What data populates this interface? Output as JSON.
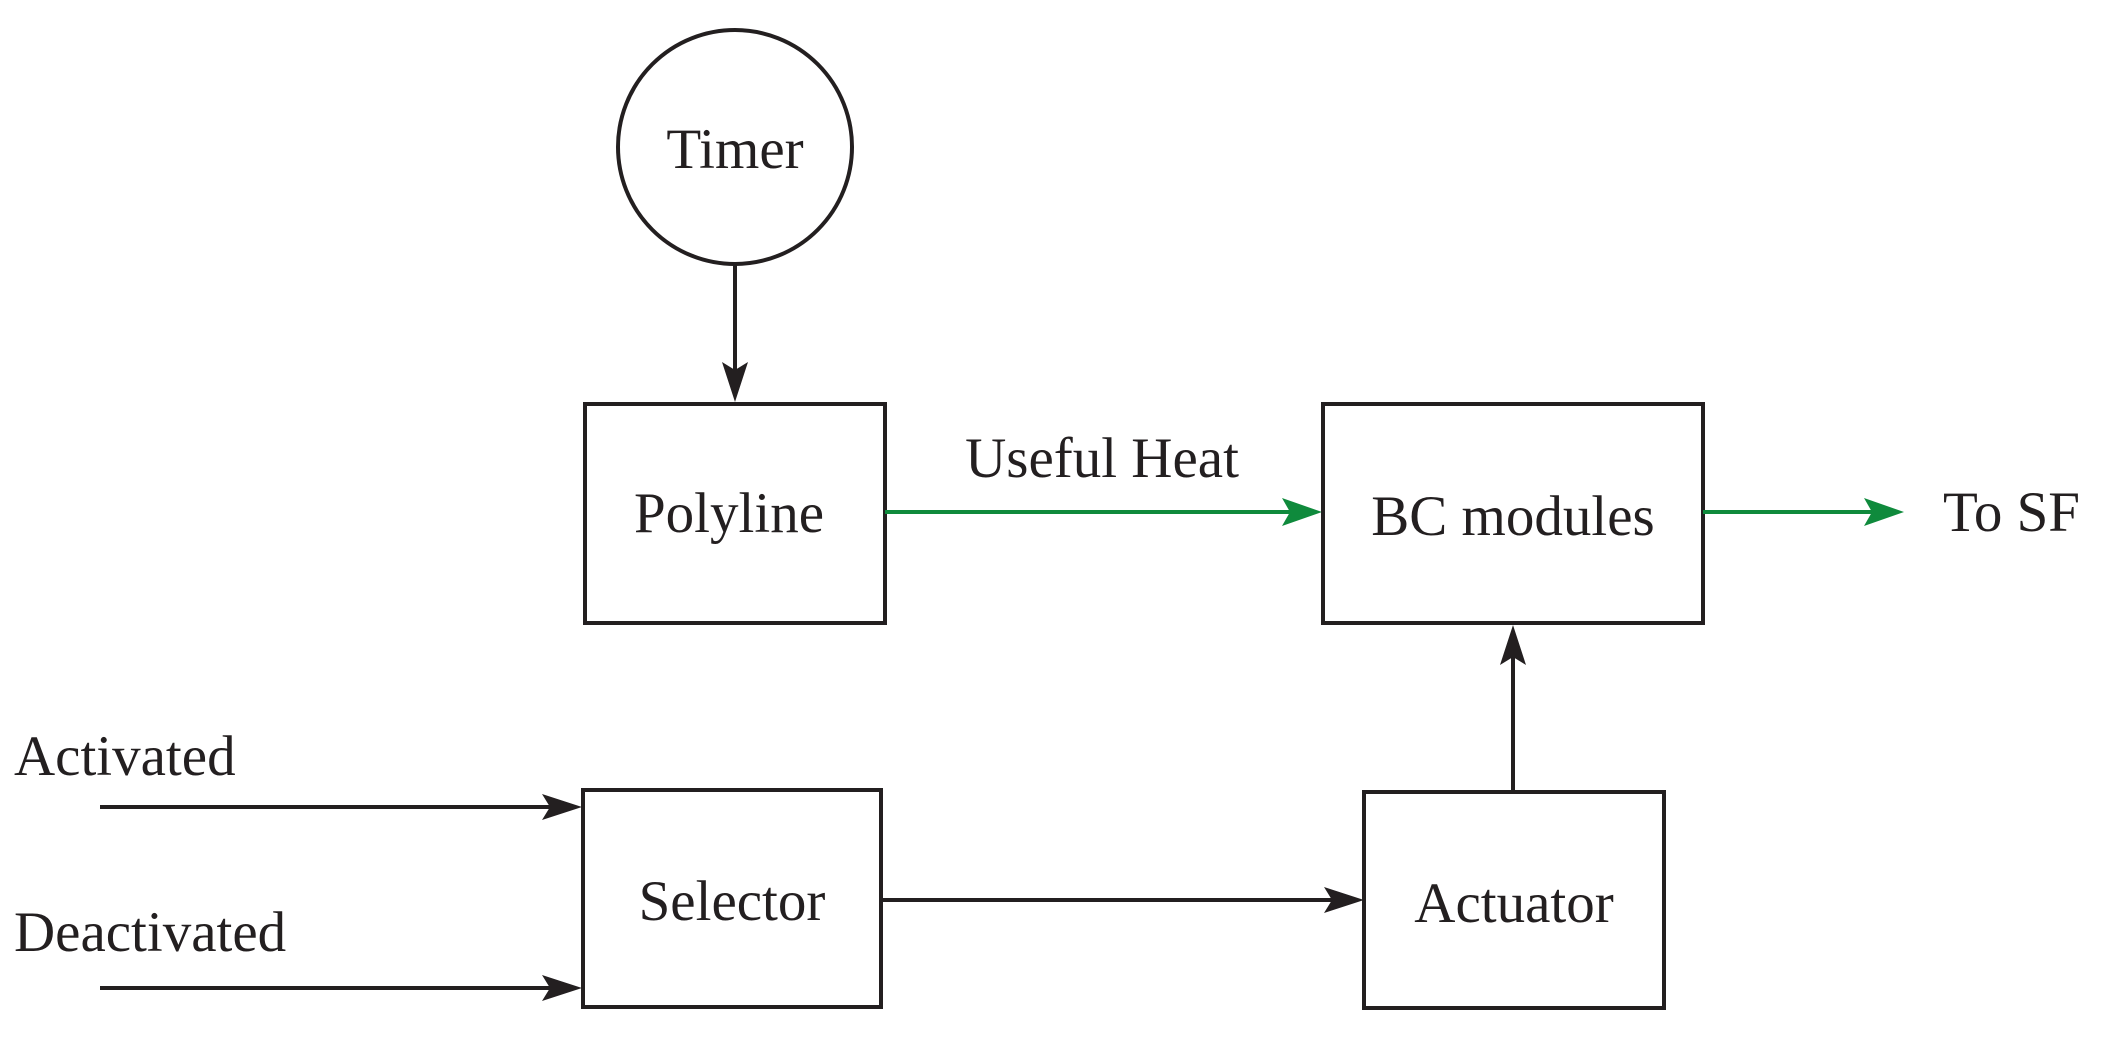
{
  "colors": {
    "stroke": "#231f20",
    "heat_flow": "#0f8a3c",
    "background": "#ffffff"
  },
  "nodes": {
    "timer": "Timer",
    "polyline": "Polyline",
    "bc_modules": "BC modules",
    "selector": "Selector",
    "actuator": "Actuator"
  },
  "edge_labels": {
    "useful_heat": "Useful Heat",
    "to_sf": "To SF",
    "activated": "Activated",
    "deactivated": "Deactivated"
  }
}
